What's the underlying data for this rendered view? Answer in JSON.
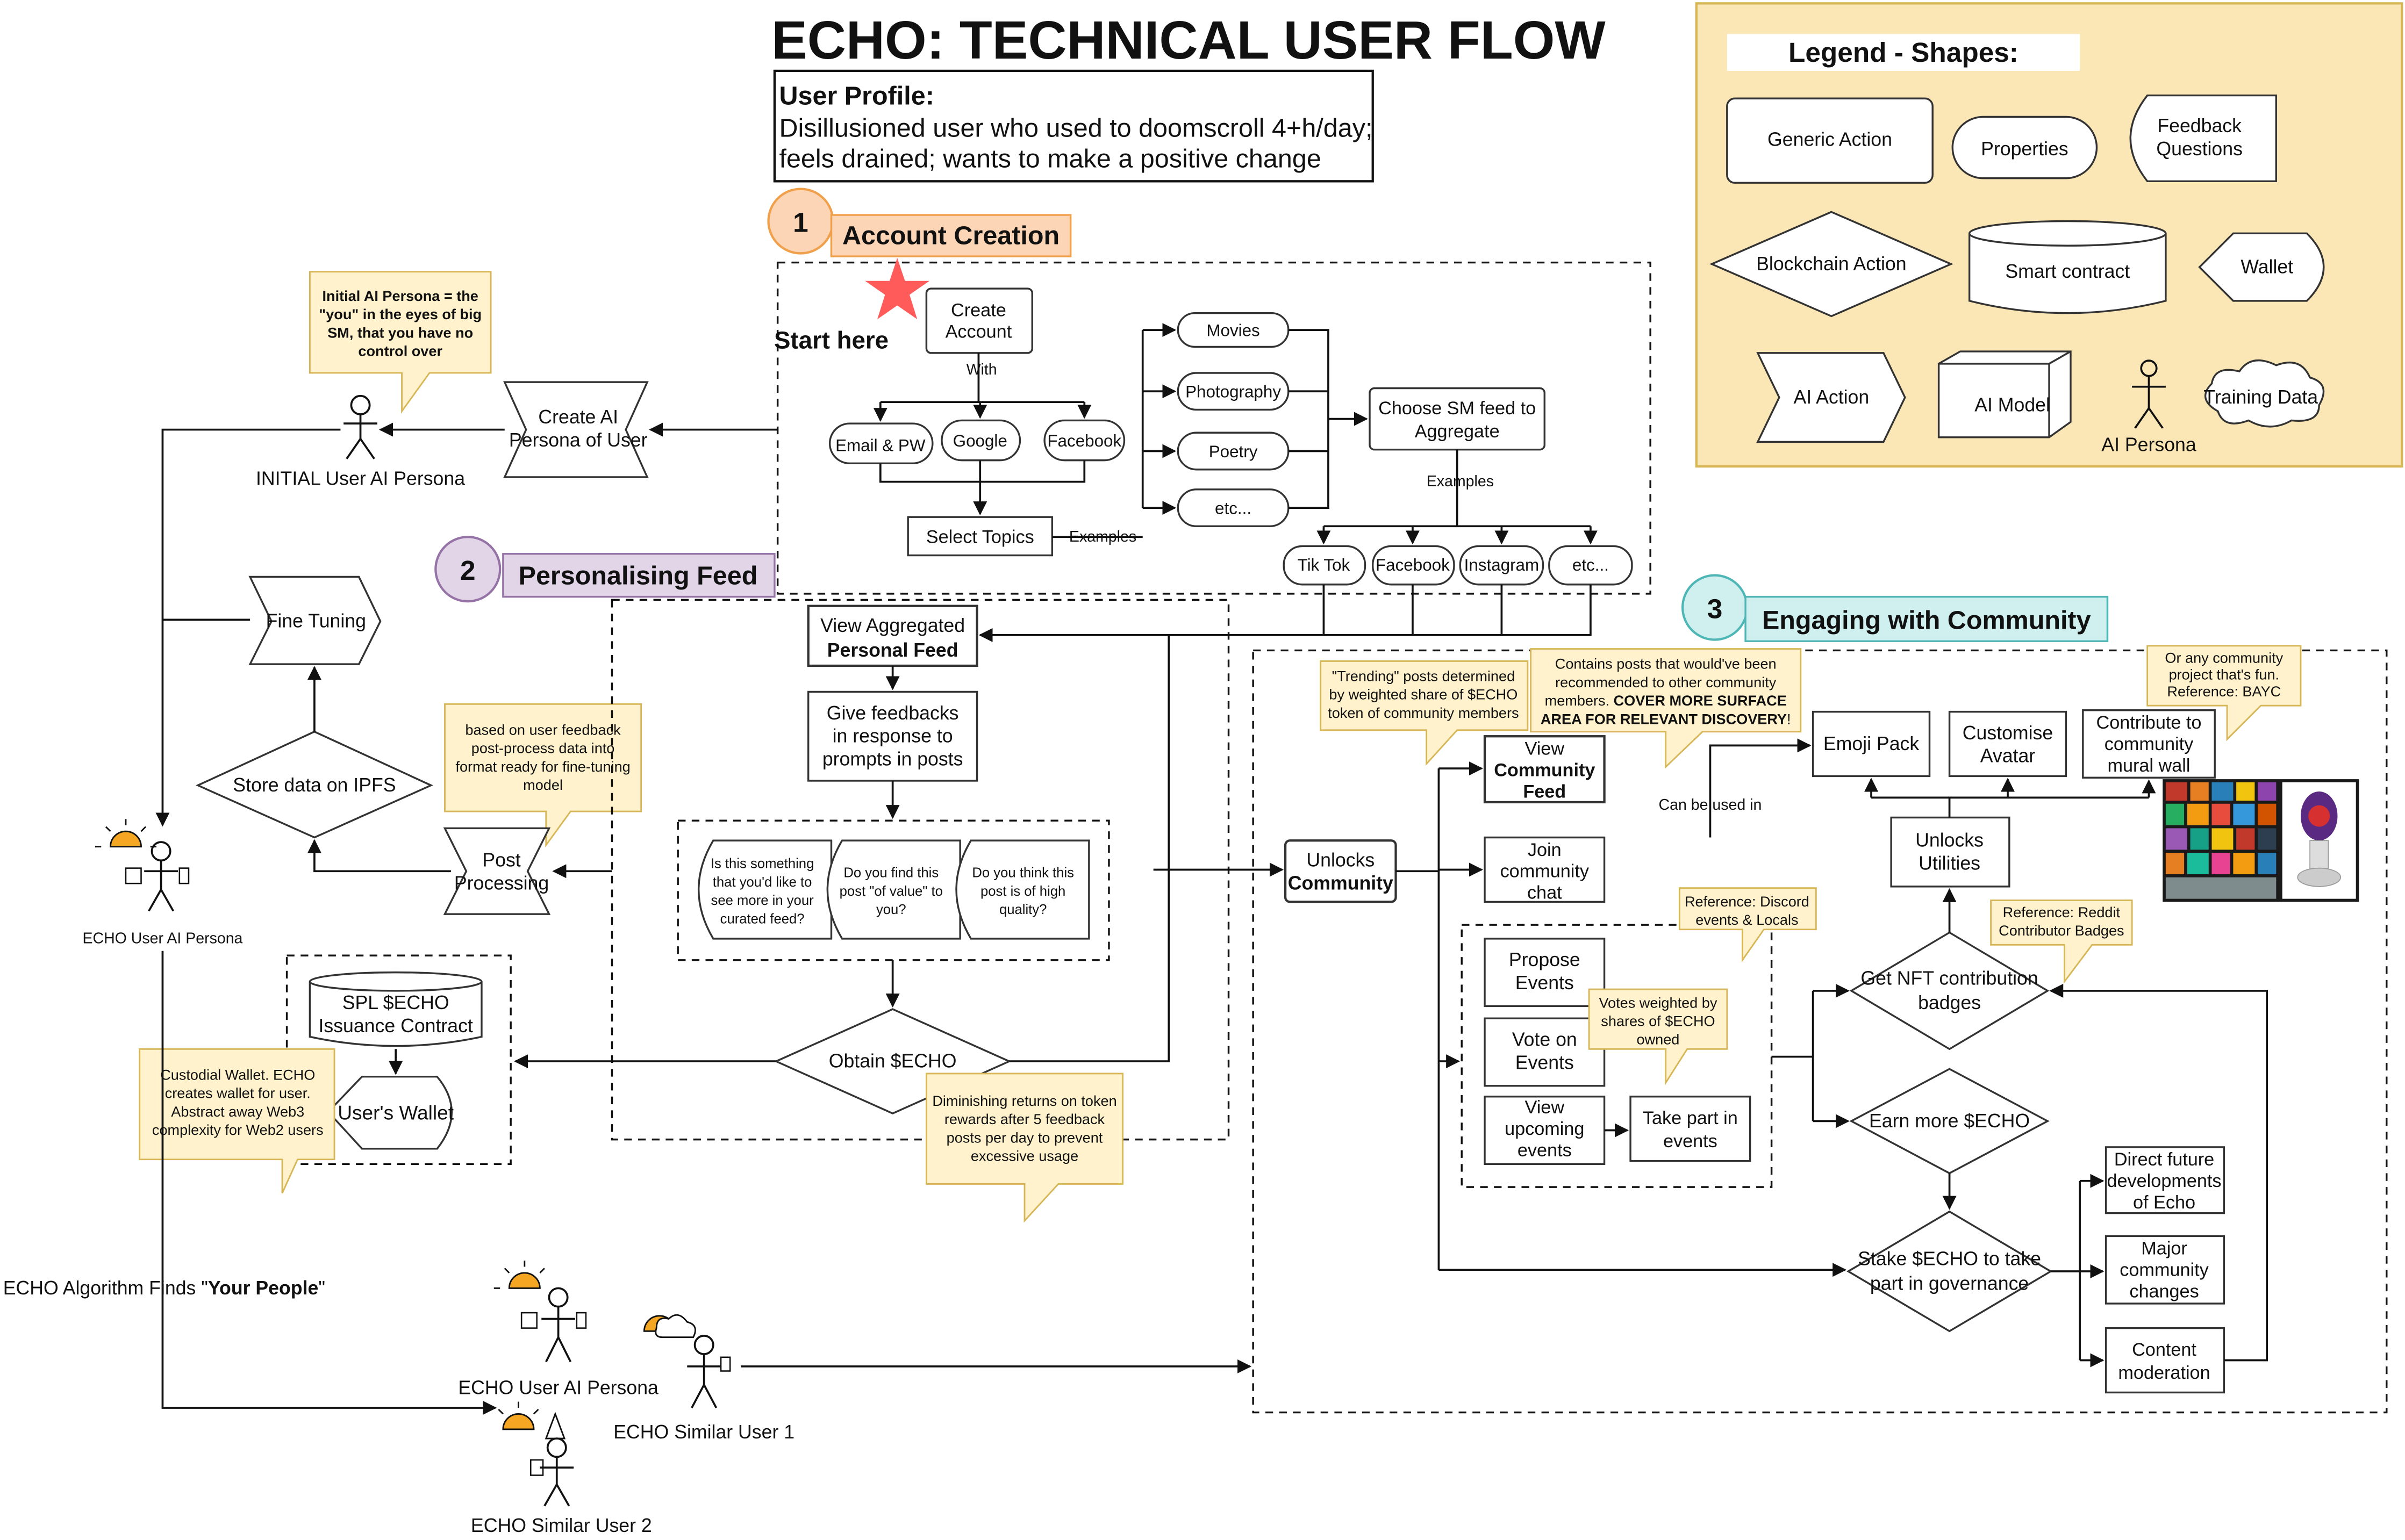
{
  "title": "ECHO: TECHNICAL USER FLOW",
  "user_profile": {
    "heading": "User Profile:",
    "line1": "Disillusioned user who used to doomscroll 4+h/day;",
    "line2": "feels drained; wants to make a positive change"
  },
  "legend": {
    "title": "Legend - Shapes:",
    "generic_action": "Generic Action",
    "properties": "Properties",
    "feedback_q1": "Feedback",
    "feedback_q2": "Questions",
    "blockchain_action": "Blockchain Action",
    "smart_contract": "Smart contract",
    "wallet": "Wallet",
    "ai_action": "AI Action",
    "ai_model": "AI Model",
    "ai_persona": "AI Persona",
    "training_data": "Training Data"
  },
  "sections": {
    "s1_num": "1",
    "s1_title": "Account Creation",
    "s2_num": "2",
    "s2_title": "Personalising Feed",
    "s3_num": "3",
    "s3_title": "Engaging with Community"
  },
  "account": {
    "start_here": "Start here",
    "create1": "Create",
    "create2": "Account",
    "with": "With",
    "email": "Email & PW",
    "google": "Google",
    "facebook": "Facebook",
    "select_topics": "Select Topics",
    "examples": "Examples",
    "topics": [
      "Movies",
      "Photography",
      "Poetry",
      "etc..."
    ],
    "choose1": "Choose SM feed to",
    "choose2": "Aggregate",
    "examples2": "Examples",
    "feeds": [
      "Tik Tok",
      "Facebook",
      "Instagram",
      "etc..."
    ]
  },
  "left": {
    "create_persona1": "Create AI",
    "create_persona2": "Persona of User",
    "initial_note": [
      "Initial AI Persona = the",
      "\"you\" in the eyes of big",
      "SM, that you have no",
      "control over"
    ],
    "initial_persona": "INITIAL User AI Persona",
    "fine_tuning": "Fine Tuning",
    "store_ipfs": "Store data on IPFS",
    "post_processing1": "Post",
    "post_processing2": "Processing",
    "pp_note": [
      "based on user feedback",
      "post-process data into",
      "format ready for fine-tuning",
      "model"
    ],
    "echo_persona": "ECHO User AI Persona",
    "spl1": "SPL $ECHO",
    "spl2": "Issuance Contract",
    "wallet": "User's Wallet",
    "custodial_note": [
      "Custodial Wallet. ECHO",
      "creates wallet for user.",
      "Abstract away Web3",
      "complexity for Web2 users"
    ],
    "algo_prefix": "ECHO Algorithm Finds \"",
    "algo_bold": "Your People",
    "algo_suffix": "\"",
    "persona_b": "ECHO User AI Persona",
    "similar1": "ECHO Similar User 1",
    "similar2": "ECHO Similar User 2"
  },
  "feed": {
    "view1": "View Aggregated",
    "view2": "Personal Feed",
    "give1": "Give feedbacks",
    "give2": "in response to",
    "give3": "prompts in posts",
    "q1": [
      "Is this something",
      "that you'd like to",
      "see more in your",
      "curated feed?"
    ],
    "q2": [
      "Do you find this",
      "post \"of value\" to",
      "you?"
    ],
    "q3": [
      "Do you think this",
      "post is of high",
      "quality?"
    ],
    "obtain": "Obtain $ECHO",
    "dim_note": [
      "Diminishing returns on token",
      "rewards after 5 feedback",
      "posts per day to prevent",
      "excessive usage"
    ]
  },
  "community": {
    "unlocks1": "Unlocks",
    "unlocks2": "Community",
    "trending_note": [
      "\"Trending\" posts determined",
      "by weighted share of $ECHO",
      "token of community members"
    ],
    "contains_note1": "Contains posts that would've been",
    "contains_note2": "recommended to other community",
    "contains_note3a": "members. ",
    "contains_note3b": "COVER MORE SURFACE",
    "contains_note4": "AREA FOR RELEVANT DISCOVERY",
    "contains_note4b": "!",
    "view_feed1": "View",
    "view_feed2": "Community",
    "view_feed3": "Feed",
    "join1": "Join",
    "join2": "community",
    "join3": "chat",
    "can_be_used": "Can be used in",
    "emoji": "Emoji Pack",
    "customise1": "Customise",
    "customise2": "Avatar",
    "contribute1": "Contribute to",
    "contribute2": "community",
    "contribute3": "mural wall",
    "bayc_note": [
      "Or any community",
      "project that's fun.",
      "Reference: BAYC"
    ],
    "unlocks_util1": "Unlocks",
    "unlocks_util2": "Utilities",
    "discord_note": [
      "Reference: Discord",
      "events & Locals"
    ],
    "propose1": "Propose",
    "propose2": "Events",
    "vote1": "Vote on",
    "vote2": "Events",
    "votes_note": [
      "Votes weighted by",
      "shares of $ECHO",
      "owned"
    ],
    "view_up1": "View",
    "view_up2": "upcoming",
    "view_up3": "events",
    "take1": "Take part in",
    "take2": "events",
    "reddit_note": [
      "Reference: Reddit",
      "Contributor Badges"
    ],
    "nft1": "Get NFT contribution",
    "nft2": "badges",
    "earn": "Earn more $ECHO",
    "stake1": "Stake $ECHO to take",
    "stake2": "part in governance",
    "direct1": "Direct future",
    "direct2": "developments",
    "direct3": "of Echo",
    "major1": "Major",
    "major2": "community",
    "major3": "changes",
    "content1": "Content",
    "content2": "moderation"
  },
  "colors": {
    "legend_fill": "#fbe7b6",
    "legend_stroke": "#d6b656",
    "note_fill": "#fff2cc",
    "note_stroke": "#d6b656",
    "s1_fill": "#fbd5b5",
    "s1_stroke": "#f0a04b",
    "s2_fill": "#e1d5e7",
    "s2_stroke": "#9673a6",
    "s3_fill": "#d0f0f0",
    "s3_stroke": "#4fb6b6",
    "star": "#ff5b5b",
    "start_text": "#ee3333"
  }
}
